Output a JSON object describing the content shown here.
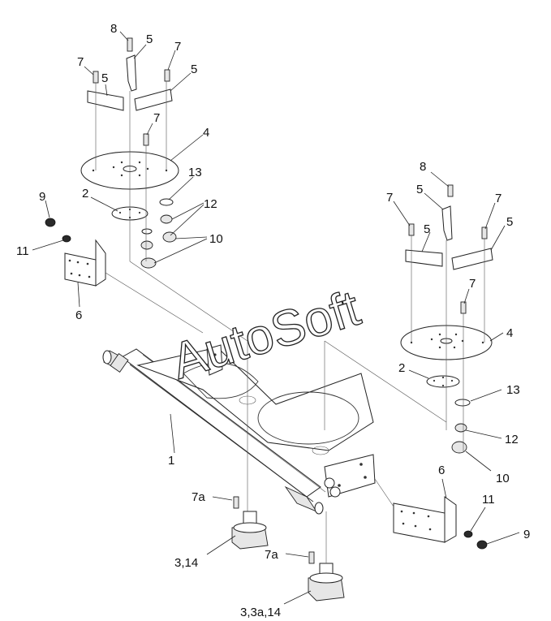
{
  "watermark": "AutoSoft",
  "callouts": {
    "c8_left": "8",
    "c5_left_a": "5",
    "c7_left_a": "7",
    "c7_left_b": "7",
    "c5_left_b": "5",
    "c5_left_c": "5",
    "c7_left_c": "7",
    "c4_left": "4",
    "c13_left": "13",
    "c2_left": "2",
    "c9_left": "9",
    "c12_left": "12",
    "c11_left": "11",
    "c10_left": "10",
    "c6_left": "6",
    "c8_right": "8",
    "c7_right_a": "7",
    "c5_right_a": "5",
    "c7_right_b": "7",
    "c5_right_b": "5",
    "c5_right_c": "5",
    "c7_right_c": "7",
    "c4_right": "4",
    "c2_right": "2",
    "c13_right": "13",
    "c12_right": "12",
    "c10_right": "10",
    "c1": "1",
    "c6_right": "6",
    "c11_right": "11",
    "c9_right": "9",
    "c7a_a": "7а",
    "c314": "3,14",
    "c7a_b": "7а",
    "c33a14": "3,3а,14"
  }
}
